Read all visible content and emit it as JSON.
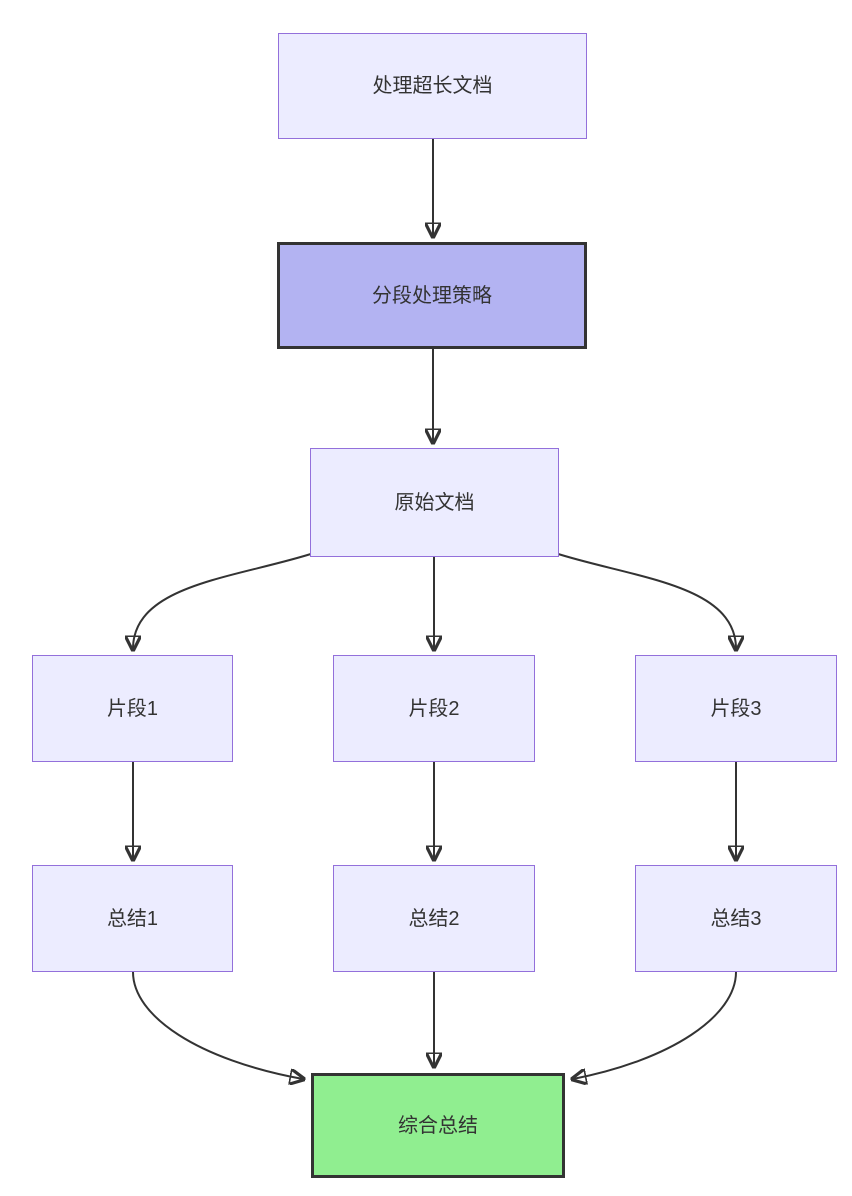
{
  "diagram": {
    "type": "flowchart",
    "direction": "top-down",
    "colors": {
      "background": "#ffffff",
      "node_fill": "#ECECFF",
      "node_border": "#9370DB",
      "strategy_fill": "#B3B3F2",
      "strategy_border": "#333333",
      "final_fill": "#90EE90",
      "final_border": "#333333",
      "edge": "#333333",
      "text": "#333333"
    },
    "nodes": [
      {
        "id": "doc",
        "label": "处理超长文档",
        "style": "default"
      },
      {
        "id": "strategy",
        "label": "分段处理策略",
        "style": "emphasis"
      },
      {
        "id": "original",
        "label": "原始文档",
        "style": "default"
      },
      {
        "id": "seg1",
        "label": "片段1",
        "style": "default"
      },
      {
        "id": "seg2",
        "label": "片段2",
        "style": "default"
      },
      {
        "id": "seg3",
        "label": "片段3",
        "style": "default"
      },
      {
        "id": "sum1",
        "label": "总结1",
        "style": "default"
      },
      {
        "id": "sum2",
        "label": "总结2",
        "style": "default"
      },
      {
        "id": "sum3",
        "label": "总结3",
        "style": "default"
      },
      {
        "id": "final",
        "label": "综合总结",
        "style": "result"
      }
    ],
    "edges": [
      {
        "from": "处理超长文档",
        "to": "分段处理策略"
      },
      {
        "from": "分段处理策略",
        "to": "原始文档"
      },
      {
        "from": "原始文档",
        "to": "片段1"
      },
      {
        "from": "原始文档",
        "to": "片段2"
      },
      {
        "from": "原始文档",
        "to": "片段3"
      },
      {
        "from": "片段1",
        "to": "总结1"
      },
      {
        "from": "片段2",
        "to": "总结2"
      },
      {
        "from": "片段3",
        "to": "总结3"
      },
      {
        "from": "总结1",
        "to": "综合总结"
      },
      {
        "from": "总结2",
        "to": "综合总结"
      },
      {
        "from": "总结3",
        "to": "综合总结"
      }
    ]
  }
}
